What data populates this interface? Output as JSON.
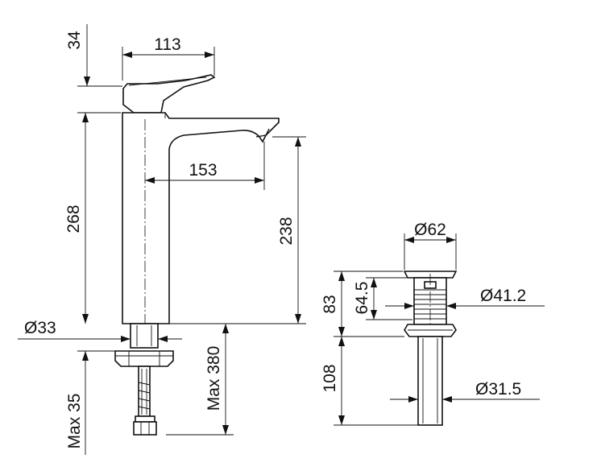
{
  "dimensions": {
    "handle_height": "34",
    "handle_width": "113",
    "spout_reach": "153",
    "body_height": "268",
    "spout_height": "238",
    "base_diameter": "Ø33",
    "max_thread": "Max 35",
    "max_hose": "Max 380",
    "waste_top_diameter": "Ø62",
    "waste_height": "83",
    "waste_inner_height": "64.5",
    "waste_thread_diameter": "Ø41.2",
    "waste_tail_length": "108",
    "waste_tail_diameter": "Ø31.5"
  }
}
